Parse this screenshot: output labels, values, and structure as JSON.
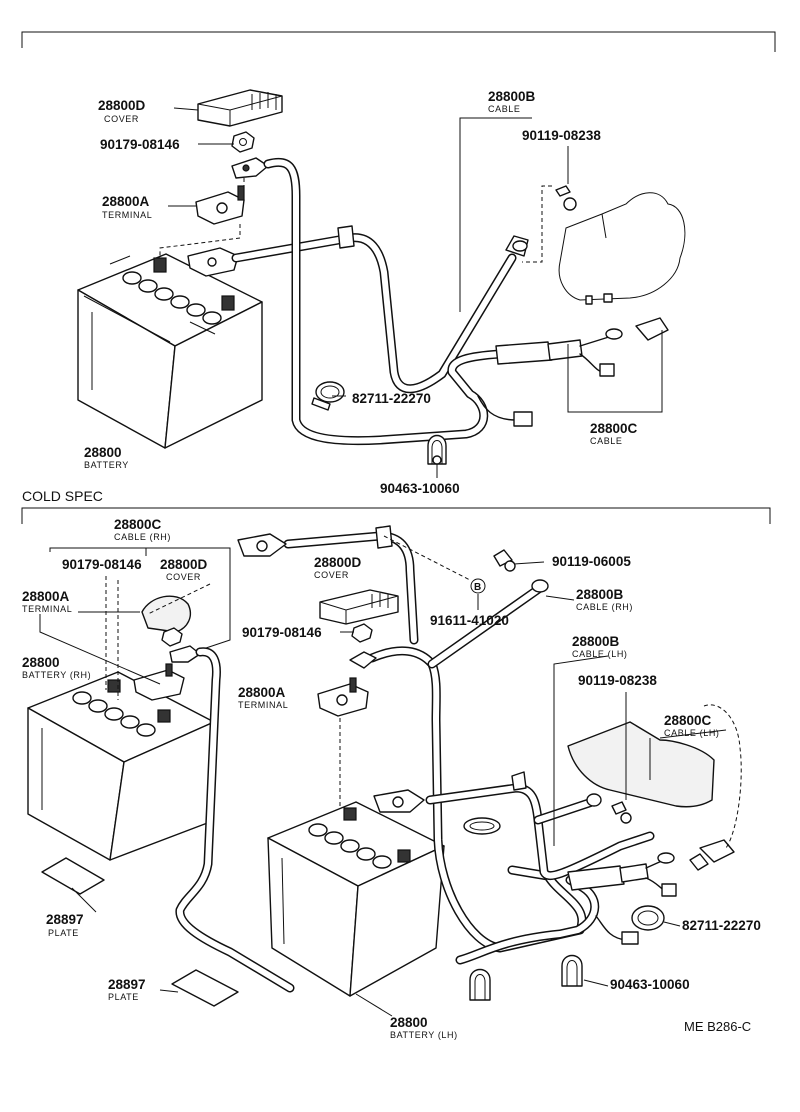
{
  "labels": {
    "t_cover_num": "28800D",
    "t_cover_sub": "COVER",
    "t_nut_num": "90179-08146",
    "t_term_num": "28800A",
    "t_term_sub": "TERMINAL",
    "t_bat_num": "28800",
    "t_bat_sub": "BATTERY",
    "t_cableb_num": "28800B",
    "t_cableb_sub": "CABLE",
    "t_bolt_num": "90119-08238",
    "t_clamp_num": "82711-22270",
    "t_cablec_num": "28800C",
    "t_cablec_sub": "CABLE",
    "t_clip_num": "90463-10060",
    "section_cold": "COLD SPEC",
    "c_cablec_num": "28800C",
    "c_cablec_sub": "CABLE (RH)",
    "c_nut_num": "90179-08146",
    "c_cover_num": "28800D",
    "c_cover_sub": "COVER",
    "c_term_num": "28800A",
    "c_term_sub": "TERMINAL",
    "c_bat_rh_num": "28800",
    "c_bat_rh_sub": "BATTERY (RH)",
    "c_plate1_num": "28897",
    "c_plate1_sub": "PLATE",
    "c_plate2_num": "28897",
    "c_plate2_sub": "PLATE",
    "c_mid_cover_num": "28800D",
    "c_mid_cover_sub": "COVER",
    "c_mid_nut_num": "90179-08146",
    "c_mid_term_num": "28800A",
    "c_mid_term_sub": "TERMINAL",
    "c_bat_lh_num": "28800",
    "c_bat_lh_sub": "BATTERY (LH)",
    "c_b_marker": "B",
    "c_bolt_b_num": "91611-41020",
    "c_bolt_top_num": "90119-06005",
    "c_cableb_rh_num": "28800B",
    "c_cableb_rh_sub": "CABLE (RH)",
    "c_cableb_lh_num": "28800B",
    "c_cableb_lh_sub": "CABLE (LH)",
    "c_bolt_lh_num": "90119-08238",
    "c_cablec_lh_num": "28800C",
    "c_cablec_lh_sub": "CABLE (LH)",
    "c_clamp_num": "82711-22270",
    "c_clip_num": "90463-10060",
    "ref_code": "ME B286-C"
  }
}
